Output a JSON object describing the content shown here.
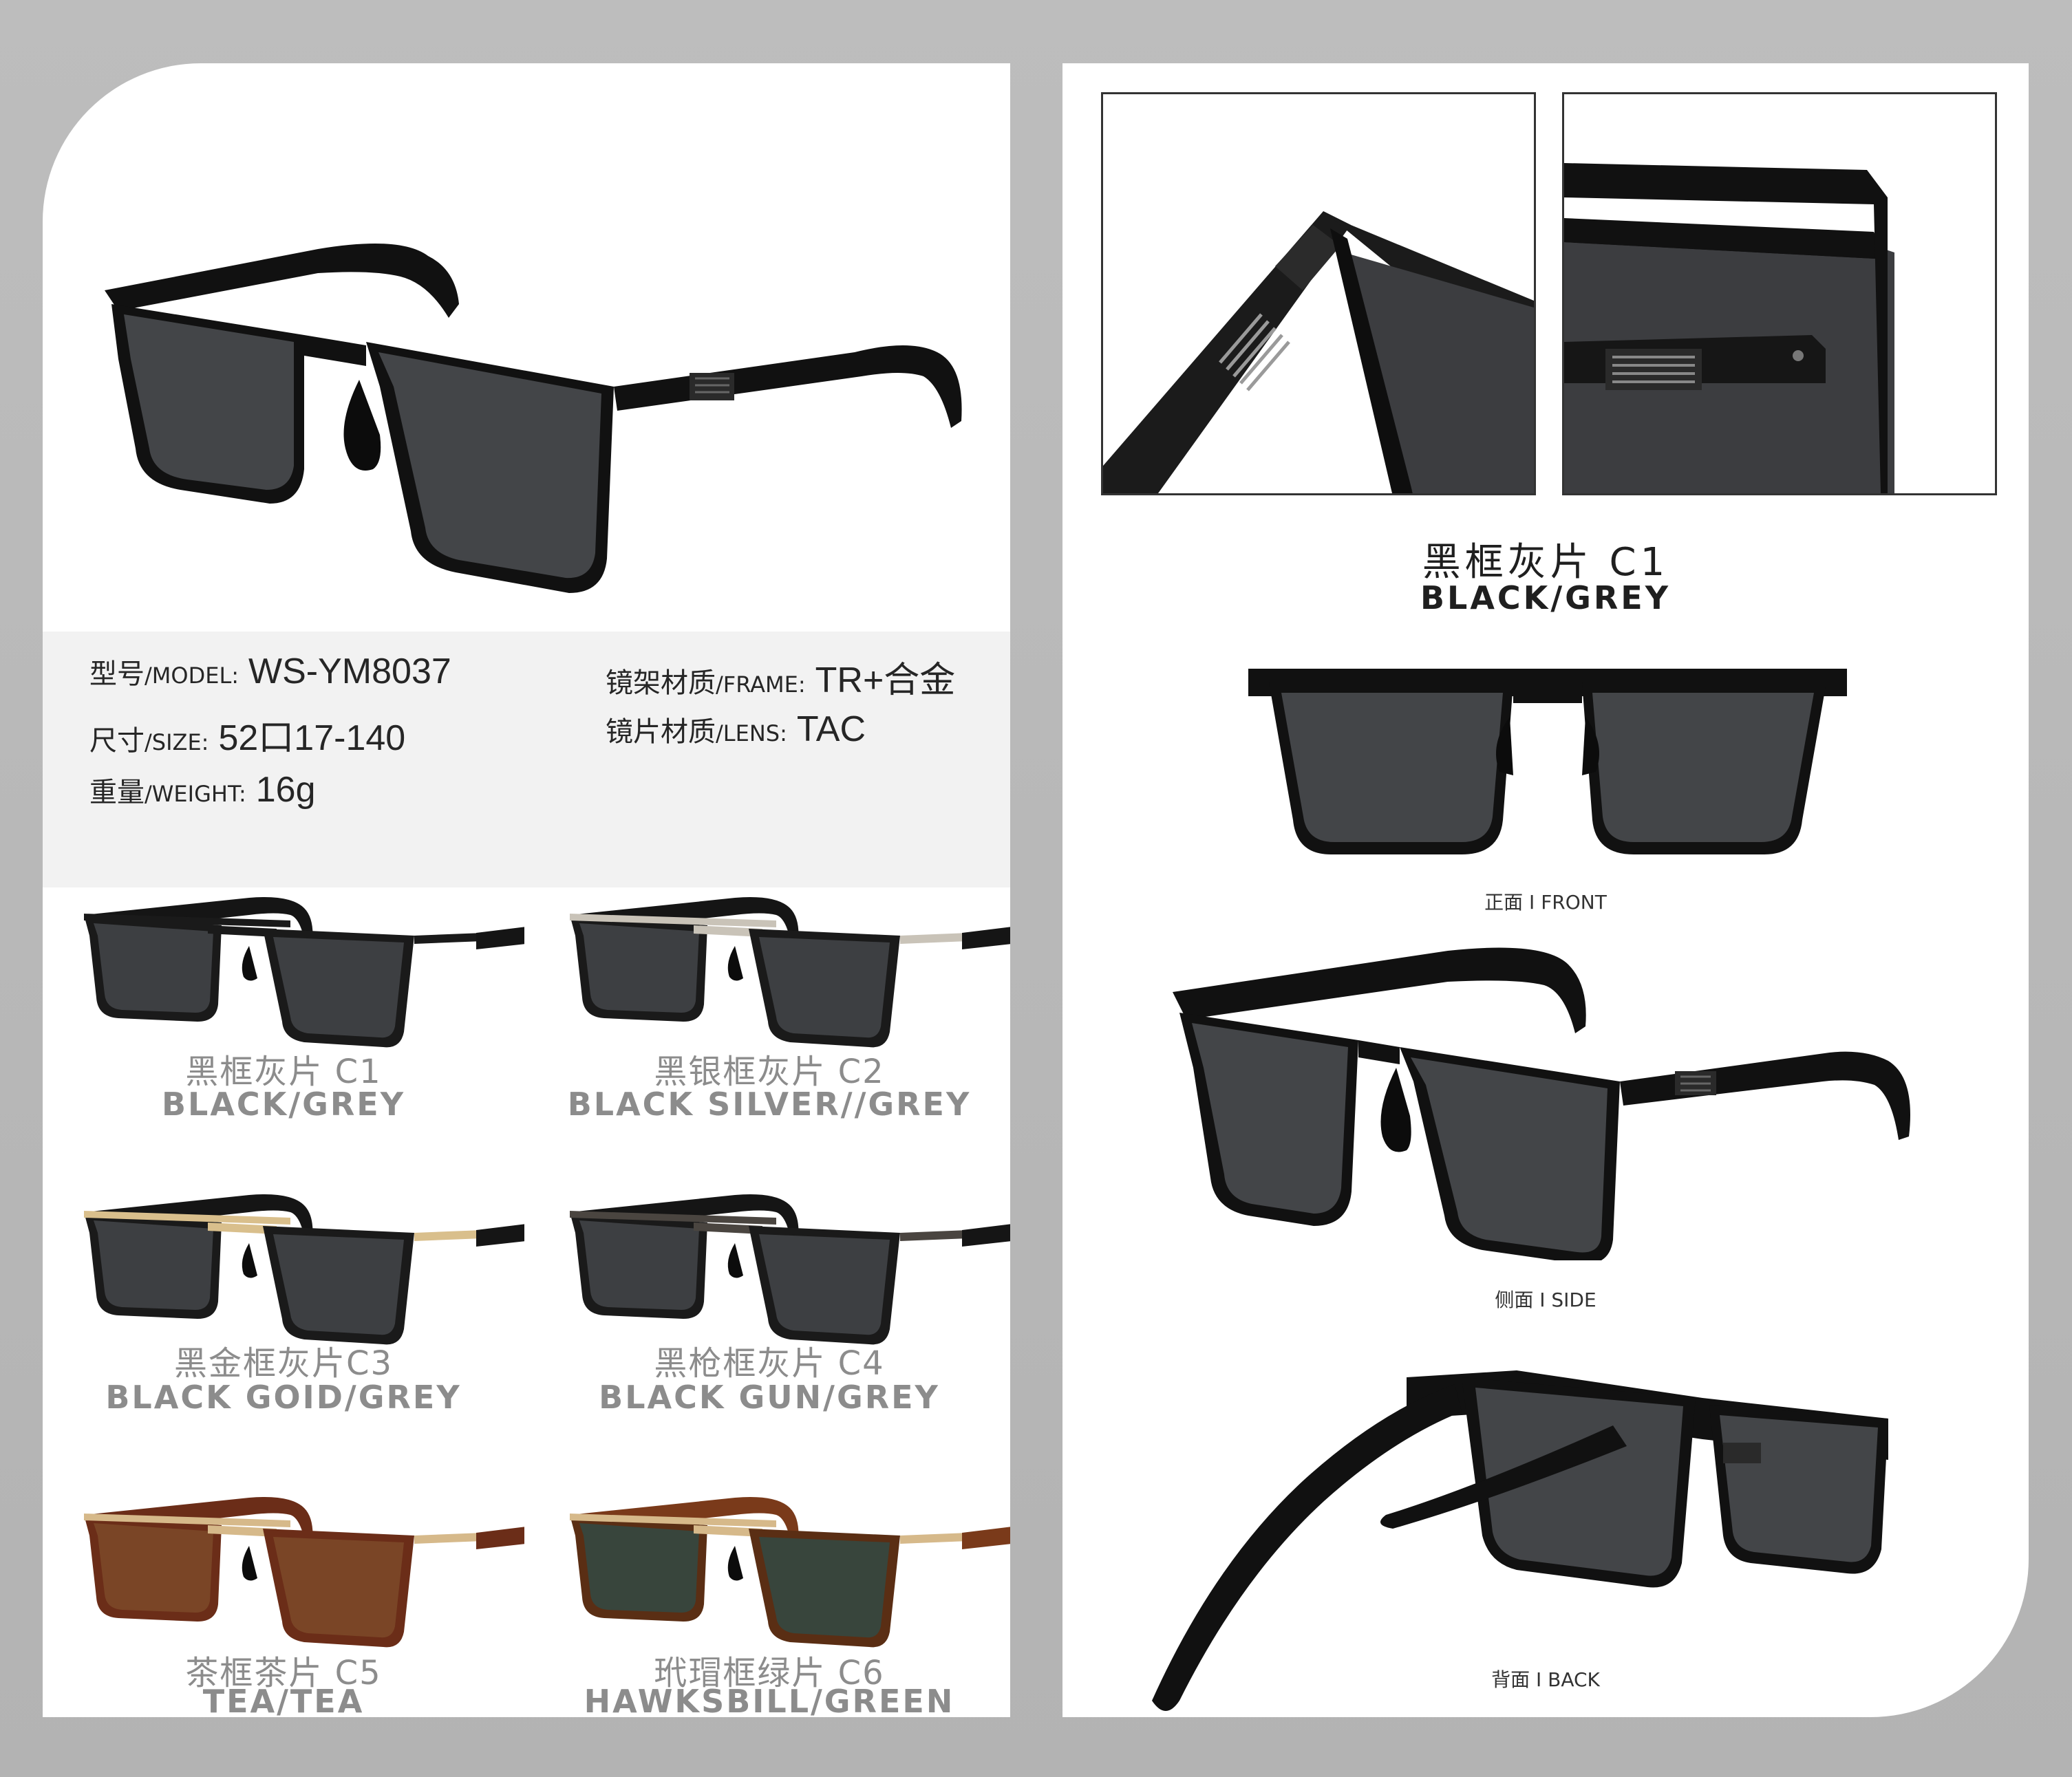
{
  "specs": {
    "model_label": "型号",
    "model_label_en": "/MODEL:",
    "model_value": "WS-YM8037",
    "size_label": "尺寸",
    "size_label_en": "/SIZE:",
    "size_value": "52口17-140",
    "weight_label": "重量",
    "weight_label_en": "/WEIGHT:",
    "weight_value": "16g",
    "frame_label": "镜架材质",
    "frame_label_en": "/FRAME:",
    "frame_value": "TR+合金",
    "lens_label": "镜片材质",
    "lens_label_en": "/LENS:",
    "lens_value": "TAC"
  },
  "variants": [
    {
      "cn": "黑框灰片 C1",
      "en": "BLACK/GREY",
      "frame_color": "#1a1a1a",
      "bridge_color": "#1a1a1a",
      "lens_color": "#3d3f42",
      "temple_color": "#151515"
    },
    {
      "cn": "黑银框灰片 C2",
      "en": "BLACK SILVER//GREY",
      "frame_color": "#1a1a1a",
      "bridge_color": "#c9c3b8",
      "lens_color": "#3d3f42",
      "temple_color": "#151515"
    },
    {
      "cn": "黑金框灰片C3",
      "en": "BLACK GOID/GREY",
      "frame_color": "#1a1a1a",
      "bridge_color": "#d9bf8c",
      "lens_color": "#3d3f42",
      "temple_color": "#151515"
    },
    {
      "cn": "黑枪框灰片 C4",
      "en": "BLACK GUN/GREY",
      "frame_color": "#1a1a1a",
      "bridge_color": "#4a4540",
      "lens_color": "#3d3f42",
      "temple_color": "#151515"
    },
    {
      "cn": "茶框茶片 C5",
      "en": "TEA/TEA",
      "frame_color": "#6b2d18",
      "bridge_color": "#d6b98a",
      "lens_color": "#7a4526",
      "temple_color": "#6b2d18"
    },
    {
      "cn": "玳瑁框绿片 C6",
      "en": "HAWKSBILL/GREEN",
      "frame_color": "#5a2e14",
      "bridge_color": "#d6b98a",
      "lens_color": "#38453c",
      "temple_color": "#7a3a1a"
    }
  ],
  "main": {
    "title_cn": "黑框灰片 C1",
    "title_en": "BLACK/GREY",
    "front_caption": "正面 I FRONT",
    "side_caption": "侧面 I SIDE",
    "back_caption": "背面 I BACK"
  }
}
